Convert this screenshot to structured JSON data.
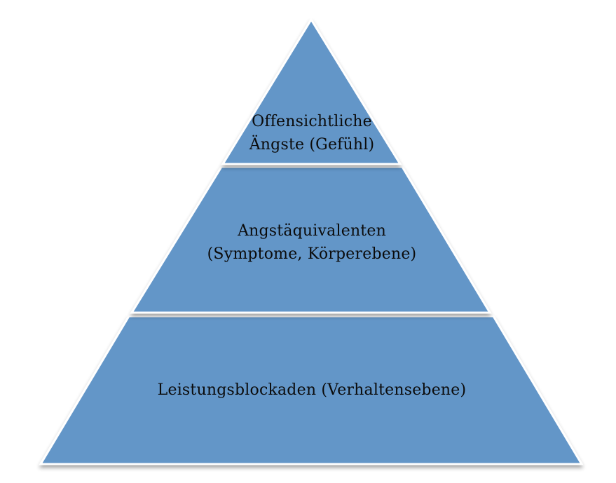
{
  "pyramid": {
    "fill_color": "#6496c8",
    "border_color": "#ffffff",
    "levels": [
      {
        "id": "top",
        "lines": [
          "Offensichtliche",
          "Ängste (Gefühl)"
        ]
      },
      {
        "id": "middle",
        "lines": [
          "Angstäquivalenten",
          "(Symptome, Körperebene)"
        ]
      },
      {
        "id": "bottom",
        "lines": [
          "Leistungsblockaden (Verhaltensebene)"
        ]
      }
    ]
  }
}
